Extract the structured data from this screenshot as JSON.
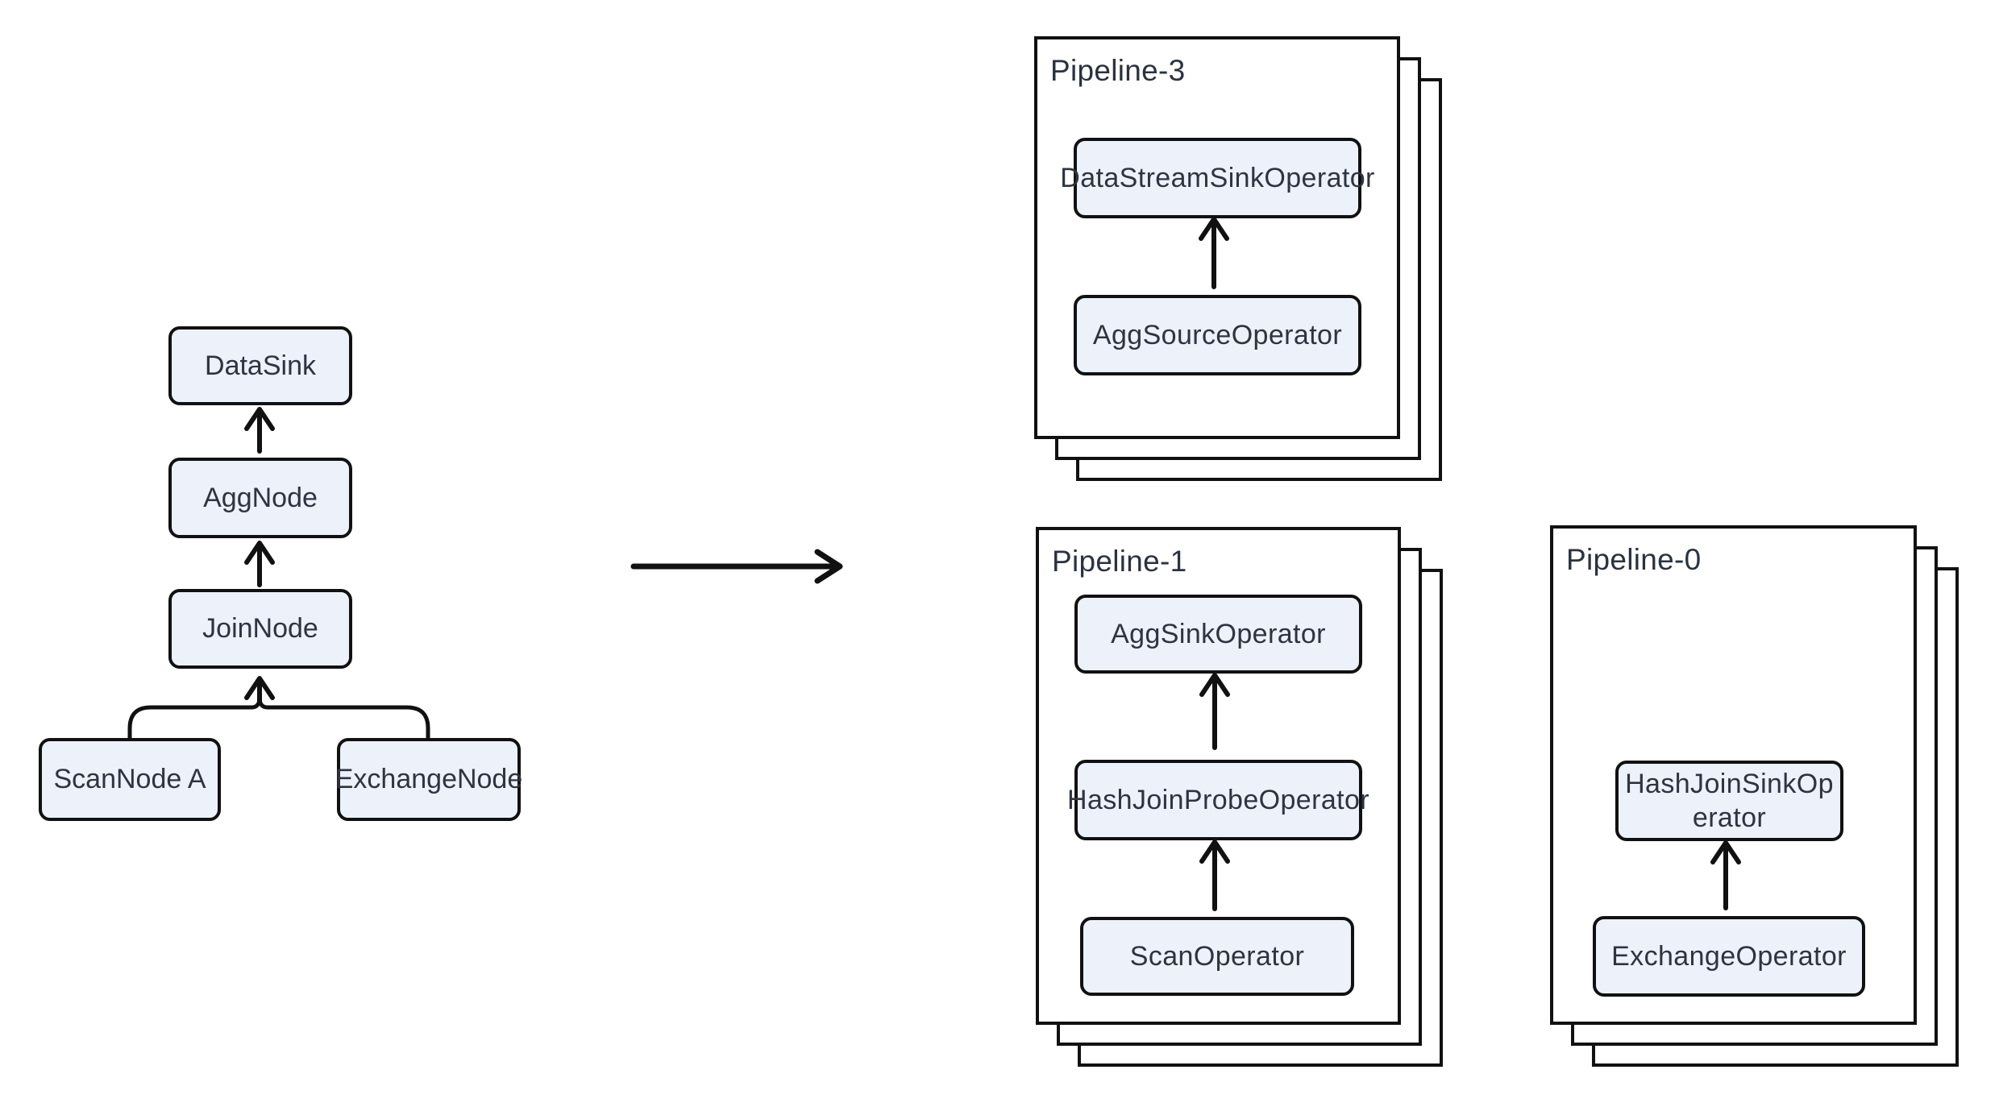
{
  "diagram": {
    "plan_tree": {
      "nodes": [
        {
          "label": "DataSink"
        },
        {
          "label": "AggNode"
        },
        {
          "label": "JoinNode"
        },
        {
          "label": "ScanNode A"
        },
        {
          "label": "ExchangeNode"
        }
      ]
    },
    "pipelines": [
      {
        "title": "Pipeline-3",
        "operators": [
          "DataStreamSinkOperator",
          "AggSourceOperator"
        ]
      },
      {
        "title": "Pipeline-1",
        "operators": [
          "AggSinkOperator",
          "HashJoinProbeOperator",
          "ScanOperator"
        ]
      },
      {
        "title": "Pipeline-0",
        "operators": [
          "HashJoinSinkOperator",
          "ExchangeOperator"
        ]
      }
    ],
    "colors": {
      "background": "#ffffff",
      "node_fill": "#edf1fa",
      "node_border": "#111111",
      "node_text": "#2e3440",
      "line": "#111111"
    }
  }
}
